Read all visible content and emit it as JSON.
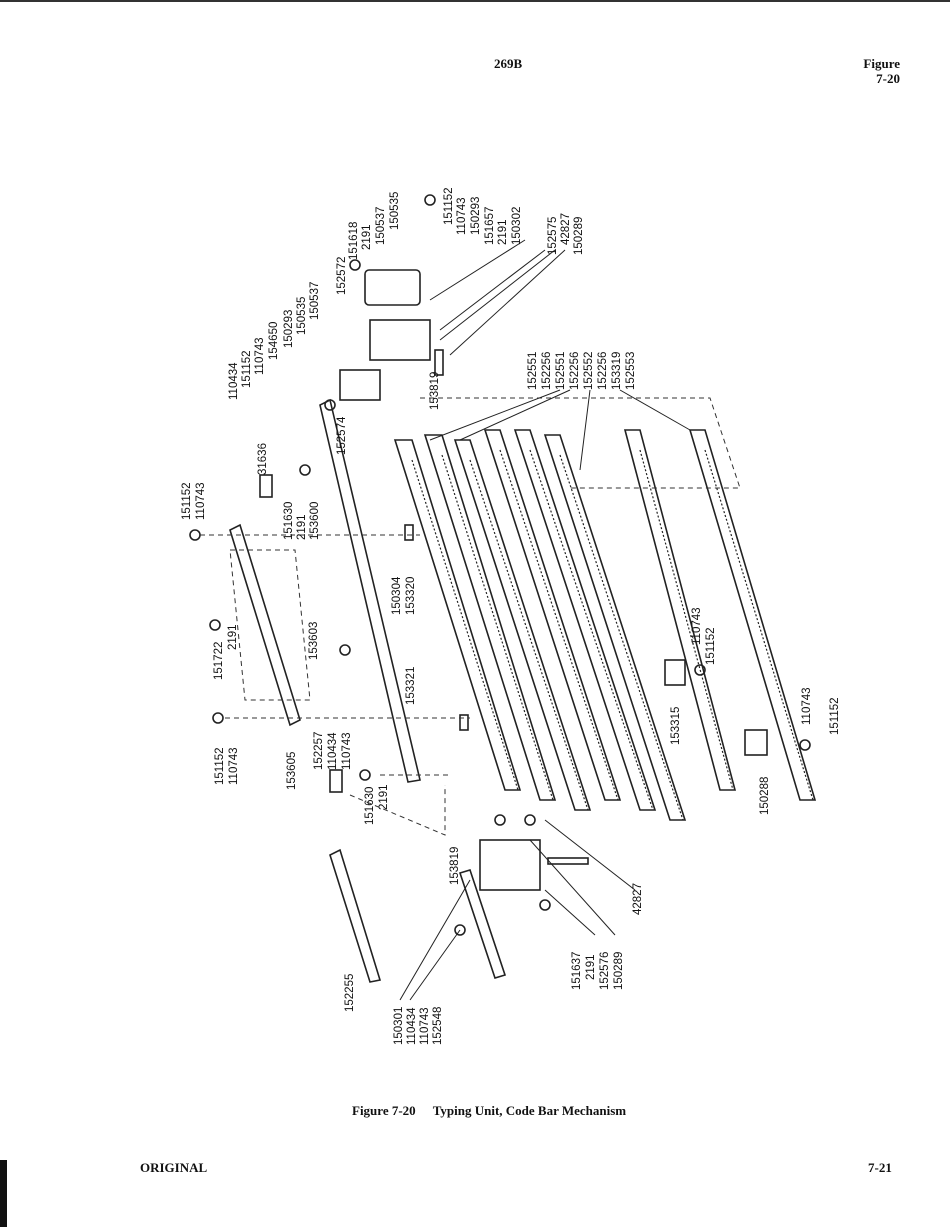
{
  "header": {
    "page_code": "269B",
    "figure_line1": "Figure",
    "figure_line2": "7-20"
  },
  "caption": {
    "number": "Figure 7-20",
    "title": "Typing Unit, Code Bar Mechanism"
  },
  "footer": {
    "left": "ORIGINAL",
    "right": "7-21"
  },
  "parts": {
    "p1": "151152",
    "p2": "110743",
    "p3": "31636",
    "p4": "151630",
    "p5": "2191",
    "p6": "153600",
    "p7": "152574",
    "p8": "110434",
    "p9": "151152",
    "p10": "110743",
    "p11": "154650",
    "p12": "150293",
    "p13": "150535",
    "p14": "150537",
    "p15": "152572",
    "p16": "151618",
    "p17": "2191",
    "p18": "150537",
    "p19": "150535",
    "p20": "151152",
    "p21": "110743",
    "p22": "150293",
    "p23": "151657",
    "p24": "2191",
    "p25": "150302",
    "p26": "152575",
    "p27": "42827",
    "p28": "150289",
    "p29": "153819",
    "p30": "152551",
    "p31": "152256",
    "p32": "152551",
    "p33": "152256",
    "p34": "152552",
    "p35": "152256",
    "p36": "153319",
    "p37": "152553",
    "p38": "151722",
    "p39": "2191",
    "p40": "153603",
    "p41": "150304",
    "p42": "153320",
    "p43": "153321",
    "p44": "152257",
    "p45": "110434",
    "p46": "110743",
    "p47": "151152",
    "p48": "110743",
    "p49": "153605",
    "p50": "151630",
    "p51": "2191",
    "p52": "153819",
    "p53": "152255",
    "p54": "150301",
    "p55": "110434",
    "p56": "110743",
    "p57": "152548",
    "p58": "151637",
    "p59": "2191",
    "p60": "152576",
    "p61": "150289",
    "p62": "42827",
    "p63": "110743",
    "p64": "151152",
    "p65": "153315",
    "p66": "110743",
    "p67": "151152",
    "p68": "150288"
  }
}
